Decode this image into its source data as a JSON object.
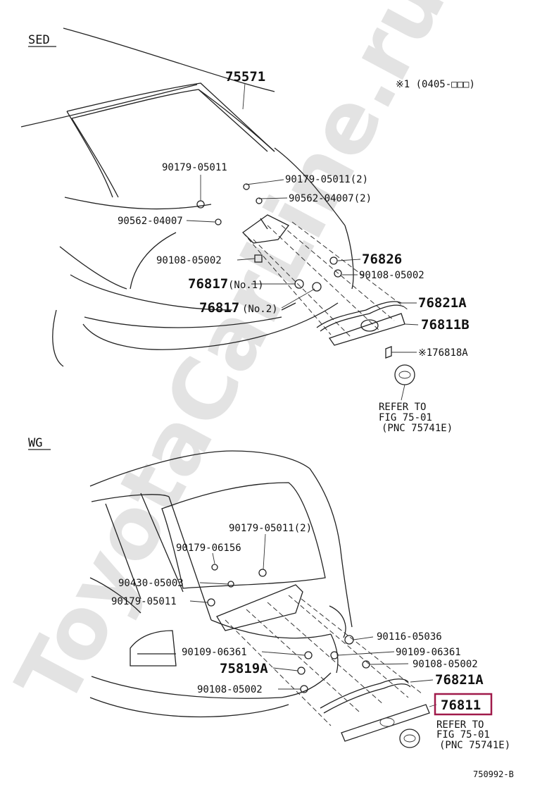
{
  "sections": {
    "sed": "SED",
    "wg": "WG"
  },
  "note": "※1 (0405-□□□)",
  "watermark": "ToyotaCarLine.ru",
  "figure_id": "750992-B",
  "sed_labels": {
    "l75571": "75571",
    "l90179a": "90179-05011",
    "l90179b": "90179-05011(2)",
    "l90562a": "90562-04007",
    "l90562b": "90562-04007(2)",
    "l90108a": "90108-05002",
    "l76826": "76826",
    "l90108b": "90108-05002",
    "l76817n1": "76817",
    "l76817n1s": "(No.1)",
    "l76817n2": "76817",
    "l76817n2s": "(No.2)",
    "l76821a": "76821A",
    "l76811b": "76811B",
    "l76818a": "※176818A",
    "refer1": "REFER TO",
    "refer2": "FIG 75-01",
    "refer3": "(PNC 75741E)"
  },
  "wg_labels": {
    "l90179a": "90179-05011(2)",
    "l90179b": "90179-06156",
    "l90430": "90430-05003",
    "l90179c": "90179-05011",
    "l90116": "90116-05036",
    "l90109a": "90109-06361",
    "l90109b": "90109-06361",
    "l90108a": "90108-05002",
    "l75819a": "75819A",
    "l76821a": "76821A",
    "l90108b": "90108-05002",
    "l76811": "76811",
    "refer1": "REFER TO",
    "refer2": "FIG 75-01",
    "refer3": "(PNC 75741E)"
  },
  "colors": {
    "highlight": "#a01a4a",
    "line": "#222222",
    "watermark": "#e3e3e3"
  }
}
